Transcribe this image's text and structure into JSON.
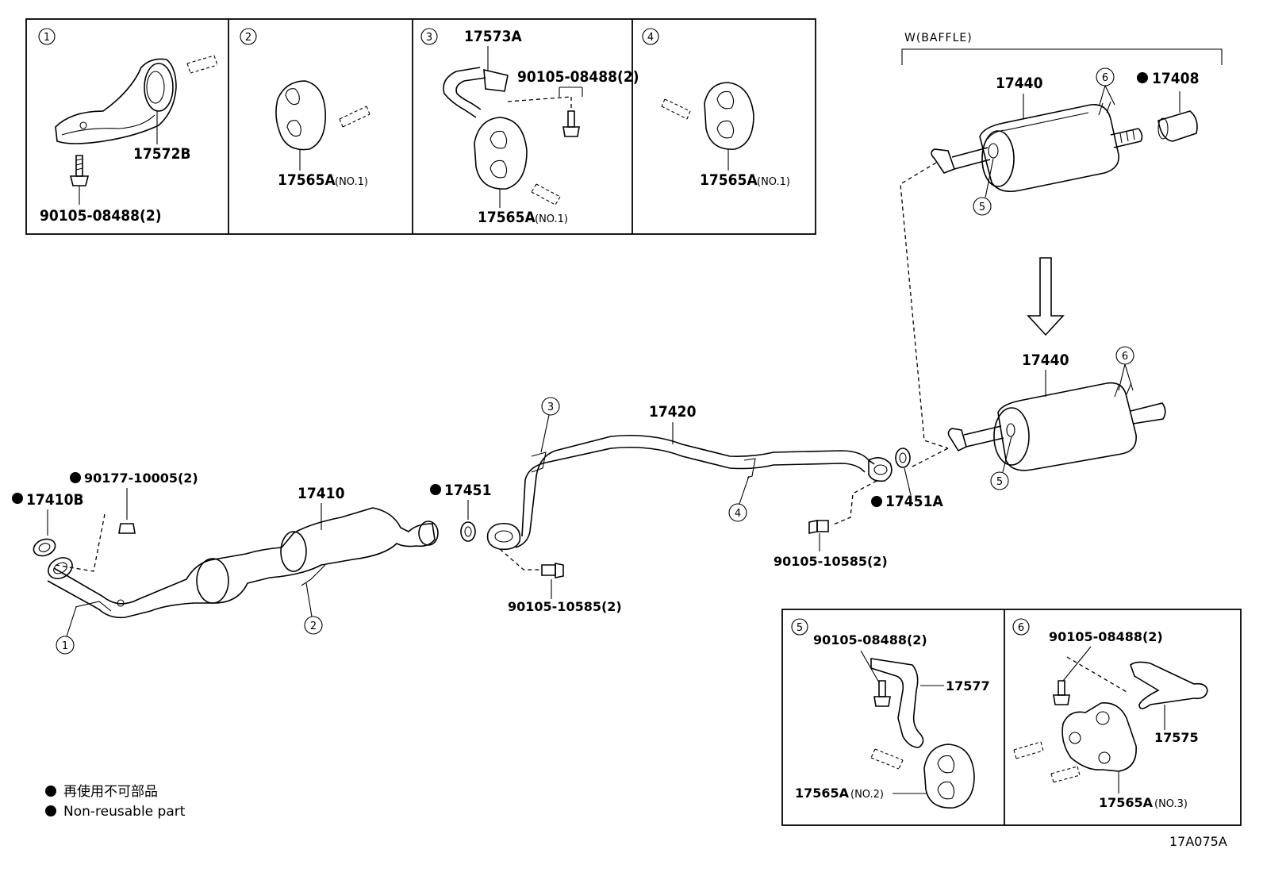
{
  "insets": {
    "inset1": {
      "num": "1",
      "parts": [
        "17572B",
        "90105-08488(2)"
      ]
    },
    "inset2": {
      "num": "2",
      "part": "17565A",
      "note": "(NO.1)"
    },
    "inset3": {
      "num": "3",
      "parts": [
        "17573A",
        "90105-08488(2)",
        "17565A"
      ],
      "note": "(NO.1)"
    },
    "inset4": {
      "num": "4",
      "part": "17565A",
      "note": "(NO.1)"
    },
    "inset5": {
      "num": "5",
      "parts": [
        "90105-08488(2)",
        "17577",
        "17565A"
      ],
      "note": "(NO.2)"
    },
    "inset6": {
      "num": "6",
      "parts": [
        "90105-08488(2)",
        "17575",
        "17565A"
      ],
      "note": "(NO.3)"
    }
  },
  "baffle": {
    "label": "W(BAFFLE)",
    "muffler": "17440",
    "tip": "17408",
    "callout5": "5",
    "callout6": "6"
  },
  "lower_muffler": {
    "part": "17440",
    "callout5": "5",
    "callout6": "6"
  },
  "main": {
    "p17410B": "17410B",
    "p90177": "90177-10005(2)",
    "p17410": "17410",
    "p17451": "17451",
    "p17420": "17420",
    "p17451A": "17451A",
    "bolt_left": "90105-10585(2)",
    "bolt_right": "90105-10585(2)",
    "c1": "1",
    "c2": "2",
    "c3": "3",
    "c4": "4"
  },
  "legend": {
    "jp": "再使用不可部品",
    "en": "Non-reusable part"
  },
  "figure_code": "17A075A"
}
